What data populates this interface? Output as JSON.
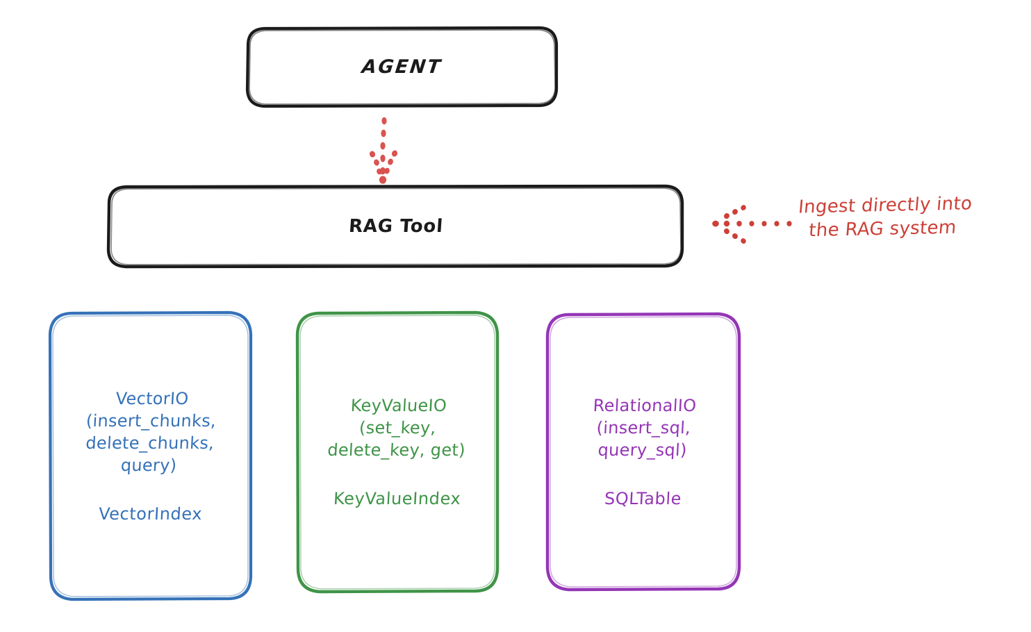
{
  "diagram": {
    "title_nodes": {
      "agent": "AGENT",
      "rag_tool": "RAG Tool"
    },
    "colors": {
      "stroke_black": "#1b1b1b",
      "blue": "#3572b8",
      "green": "#3f9447",
      "purple": "#9436b6",
      "red": "#cc4038",
      "background": "#ffffff"
    },
    "leaf_nodes": [
      {
        "id": "vector-io",
        "api": "VectorIO\n(insert_chunks,\ndelete_chunks,\nquery)",
        "index": "VectorIndex",
        "color": "#3572b8"
      },
      {
        "id": "key-value-io",
        "api": "KeyValueIO\n(set_key,\ndelete_key, get)",
        "index": "KeyValueIndex",
        "color": "#3f9447"
      },
      {
        "id": "relational-io",
        "api": "RelationalIO\n(insert_sql,\nquery_sql)",
        "index": "SQLTable",
        "color": "#9436b6"
      }
    ],
    "annotation": {
      "line1": "Ingest directly into",
      "line2": "the RAG system",
      "arrow": "dotted-arrow-left-icon"
    },
    "connector": {
      "agent_to_ragtool": "dotted-arrow-down-icon"
    }
  }
}
